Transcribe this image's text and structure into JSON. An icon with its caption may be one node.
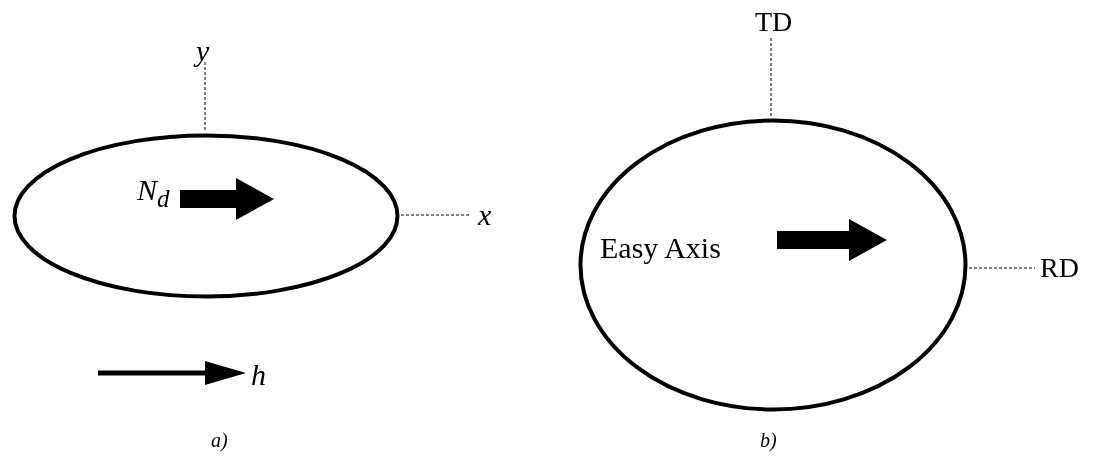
{
  "diagram": {
    "nodes": [
      {
        "text": [
          "N$_{d}$"
        ]
      },
      {
        "text": [
          "Easy Axis"
        ]
      }
    ],
    "labels": [
      "y",
      "TD",
      "x",
      "RD",
      "h",
      "a)",
      "b)"
    ]
  }
}
